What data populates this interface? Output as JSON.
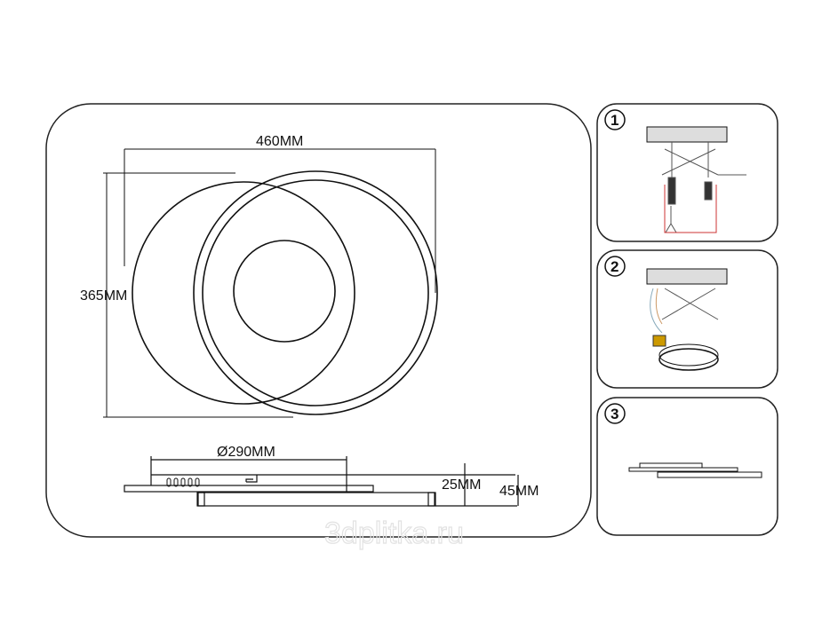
{
  "main_view": {
    "width_label": "460MM",
    "height_label": "365MM",
    "diameter_label": "Ø290MM",
    "thickness_label": "25MM",
    "total_height_label": "45MM"
  },
  "steps": [
    {
      "number": "1"
    },
    {
      "number": "2"
    },
    {
      "number": "3"
    }
  ],
  "watermark": "3dplitka.ru",
  "colors": {
    "line": "#111111",
    "accent": "#cc3333"
  }
}
